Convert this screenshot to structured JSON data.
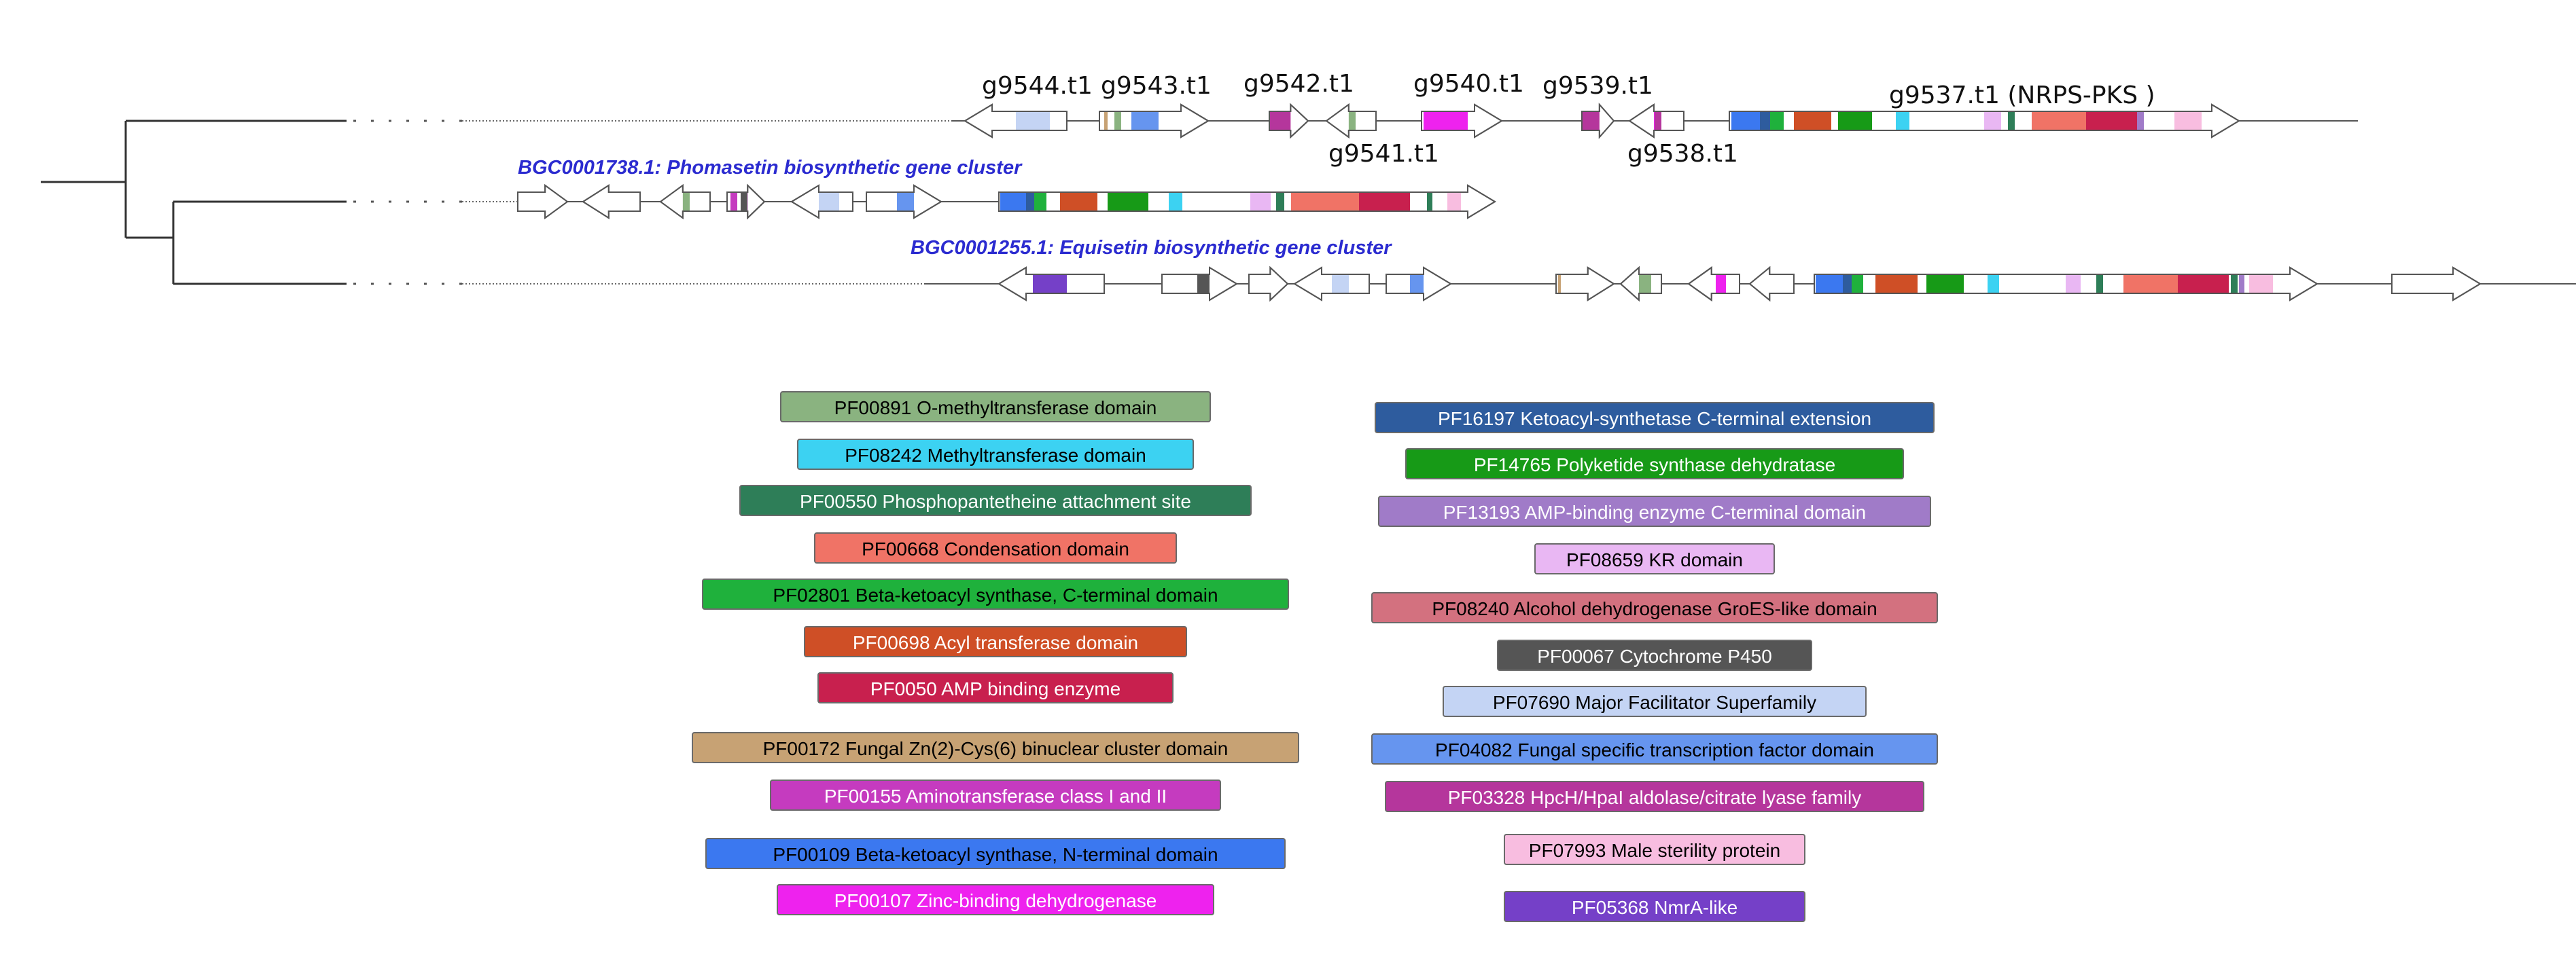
{
  "tree": {
    "clusters": [
      {
        "key": "query",
        "label": "",
        "gene_labels": [
          "g9544.t1",
          "g9543.t1",
          "g9542.t1",
          "g9541.t1",
          "g9540.t1",
          "g9539.t1",
          "g9538.t1",
          "g9537.t1 (NRPS-PKS )"
        ]
      },
      {
        "key": "phomasetin",
        "label": "BGC0001738.1: Phomasetin biosynthetic gene cluster"
      },
      {
        "key": "equisetin",
        "label": "BGC0001255.1: Equisetin biosynthetic gene cluster"
      }
    ]
  },
  "legend": {
    "left": [
      {
        "label": "PF00891 O-methyltransferase domain",
        "color": "#8ab380",
        "text_color": "#000000"
      },
      {
        "label": "PF08242 Methyltransferase domain",
        "color": "#3cd2f2",
        "text_color": "#000000"
      },
      {
        "label": "PF00550 Phosphopantetheine attachment site",
        "color": "#2e7e58",
        "text_color": "#ffffff"
      },
      {
        "label": "PF00668 Condensation domain",
        "color": "#f07366",
        "text_color": "#000000"
      },
      {
        "label": "PF02801 Beta-ketoacyl synthase, C-terminal domain",
        "color": "#1fb13c",
        "text_color": "#000000"
      },
      {
        "label": "PF00698 Acyl transferase domain",
        "color": "#cf4f26",
        "text_color": "#ffffff"
      },
      {
        "label": "PF0050 AMP binding enzyme",
        "color": "#c8204e",
        "text_color": "#ffffff"
      },
      {
        "label": "PF00172 Fungal Zn(2)-Cys(6) binuclear cluster domain",
        "color": "#c7a274",
        "text_color": "#000000"
      },
      {
        "label": "PF00155 Aminotransferase class I and II",
        "color": "#c53bbf",
        "text_color": "#ffffff"
      },
      {
        "label": "PF00109 Beta-ketoacyl synthase, N-terminal domain",
        "color": "#3b78f0",
        "text_color": "#000000"
      },
      {
        "label": "PF00107 Zinc-binding dehydrogenase",
        "color": "#ee22ee",
        "text_color": "#ffffff"
      }
    ],
    "right": [
      {
        "label": "PF16197 Ketoacyl-synthetase C-terminal extension",
        "color": "#2e5c9e",
        "text_color": "#ffffff"
      },
      {
        "label": "PF14765 Polyketide synthase dehydratase",
        "color": "#179a17",
        "text_color": "#ffffff"
      },
      {
        "label": "PF13193 AMP-binding enzyme C-terminal domain",
        "color": "#a07bc8",
        "text_color": "#ffffff"
      },
      {
        "label": "PF08659 KR domain",
        "color": "#e9b7f3",
        "text_color": "#000000"
      },
      {
        "label": "PF08240 Alcohol dehydrogenase GroES-like domain",
        "color": "#d3717f",
        "text_color": "#000000"
      },
      {
        "label": "PF00067 Cytochrome P450",
        "color": "#555555",
        "text_color": "#ffffff"
      },
      {
        "label": "PF07690 Major Facilitator Superfamily",
        "color": "#c4d4f4",
        "text_color": "#000000"
      },
      {
        "label": "PF04082 Fungal specific transcription factor domain",
        "color": "#6695ef",
        "text_color": "#000000"
      },
      {
        "label": "PF03328 HpcH/HpaI aldolase/citrate lyase family",
        "color": "#b5369c",
        "text_color": "#ffffff"
      },
      {
        "label": "PF07993 Male sterility protein",
        "color": "#f8bde0",
        "text_color": "#000000"
      },
      {
        "label": "PF05368 NmrA-like",
        "color": "#7540c8",
        "text_color": "#ffffff"
      }
    ]
  }
}
